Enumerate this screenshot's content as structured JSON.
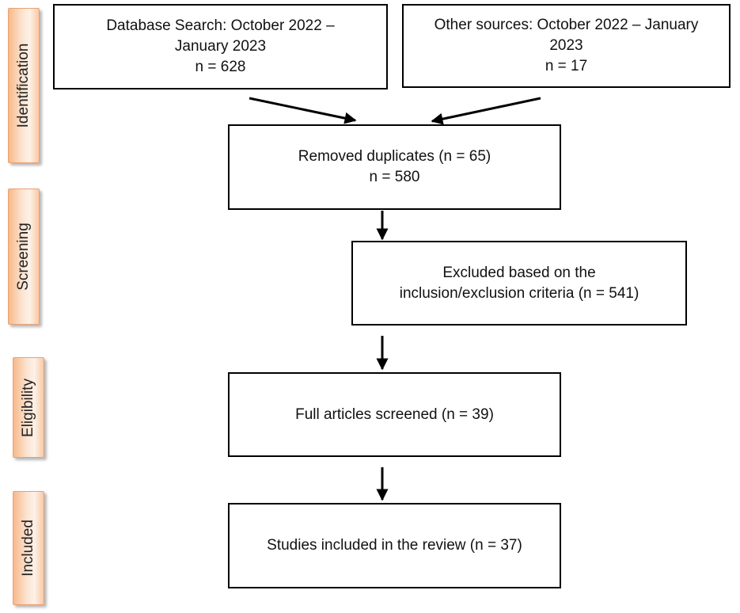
{
  "stages": [
    {
      "key": "identification",
      "label": "Identification"
    },
    {
      "key": "screening",
      "label": "Screening"
    },
    {
      "key": "eligibility",
      "label": "Eligibility"
    },
    {
      "key": "included",
      "label": "Included"
    }
  ],
  "boxes": {
    "database_search": {
      "line1": "Database Search: October 2022 –",
      "line2": "January 2023",
      "line3": "n = 628"
    },
    "other_sources": {
      "line1": "Other sources: October 2022 – January",
      "line2": "2023",
      "line3": "n = 17"
    },
    "removed_duplicates": {
      "line1": "Removed duplicates (n = 65)",
      "line2": "n = 580"
    },
    "excluded": {
      "line1": "Excluded based on the",
      "line2": "inclusion/exclusion criteria (n = 541)"
    },
    "full_articles": {
      "line1": "Full articles screened (n = 39)"
    },
    "studies_included": {
      "line1": "Studies included in the review (n = 37)"
    }
  },
  "colors": {
    "stage_fill": "#f7b98a",
    "stage_border": "#e8a273",
    "box_border": "#000000",
    "arrow": "#000000"
  }
}
